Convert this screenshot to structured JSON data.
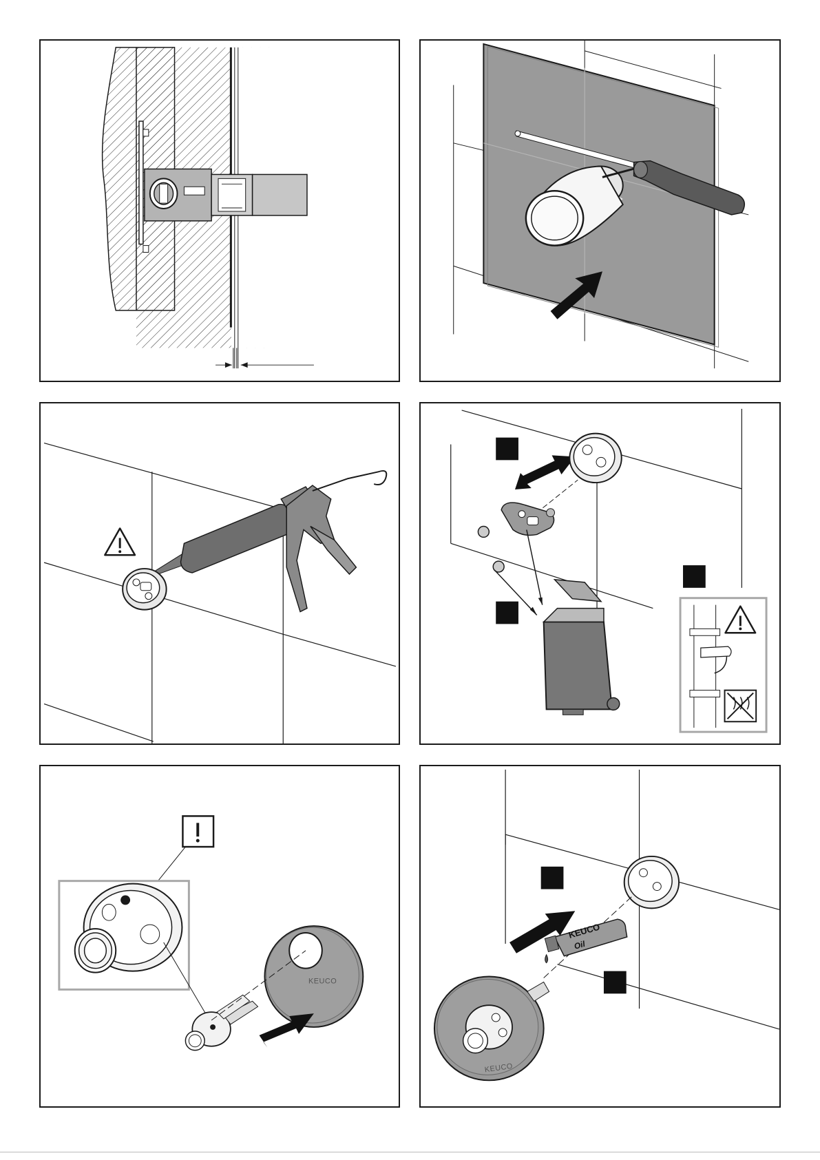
{
  "brand": {
    "escutcheon_text": "KEUCO",
    "tube_brand": "KEUCO",
    "tube_product": "Oil"
  },
  "colors": {
    "line": "#1a1a1a",
    "panel_fill": "#9a9a9a",
    "highlight_box": "#a8a8a8",
    "arrow": "#111111"
  },
  "panels": [
    {
      "id": "step-1",
      "icon": "wall-section-diagram"
    },
    {
      "id": "step-2",
      "icon": "template-screwdriver-diagram"
    },
    {
      "id": "step-3",
      "icon": "sealant-gun-diagram"
    },
    {
      "id": "step-4",
      "icon": "remove-dispose-diagram"
    },
    {
      "id": "step-5",
      "icon": "cartridge-detail-diagram"
    },
    {
      "id": "step-6",
      "icon": "lubricate-assemble-diagram"
    }
  ]
}
